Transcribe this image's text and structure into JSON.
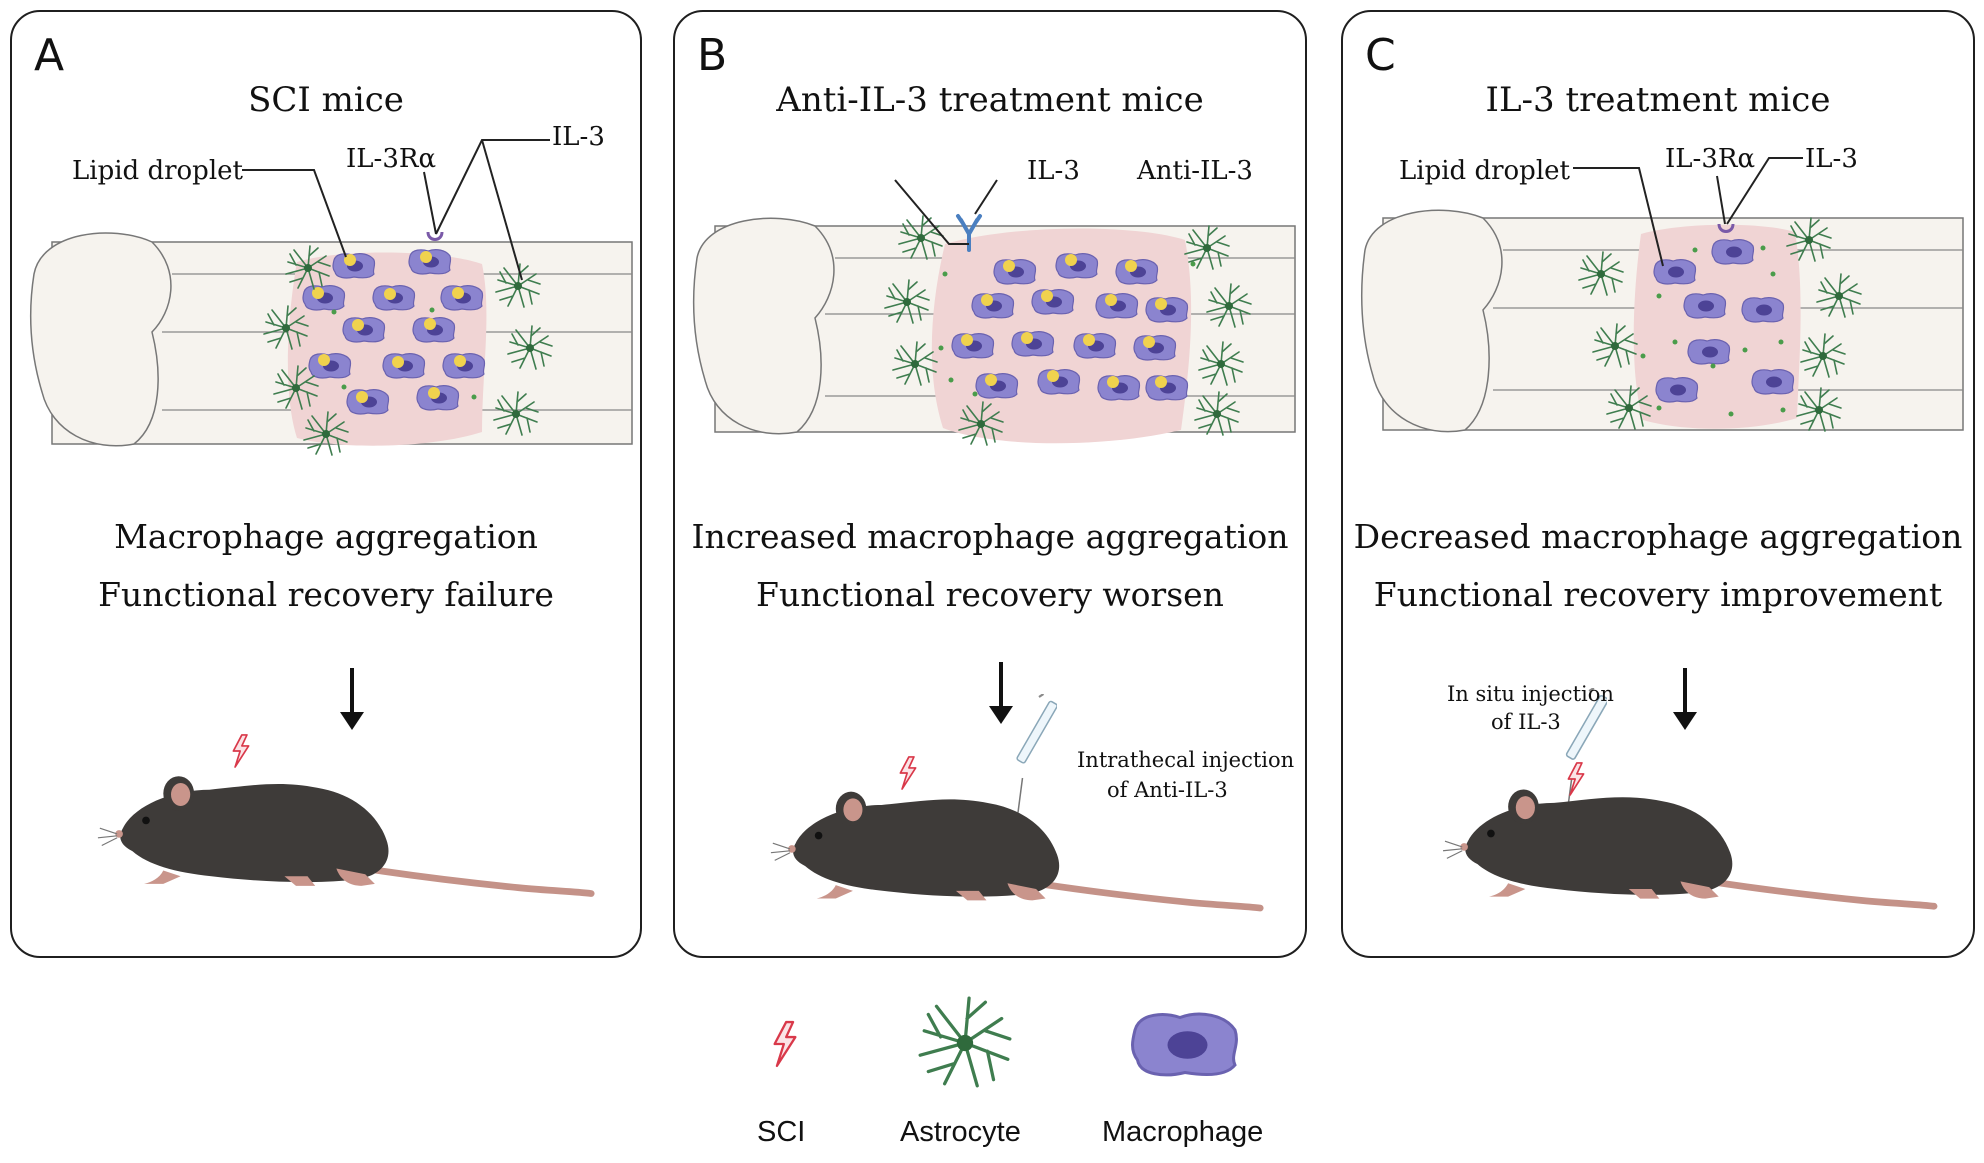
{
  "panels": {
    "a": {
      "letter": "A",
      "title": "SCI mice",
      "labels": {
        "lipid": "Lipid droplet",
        "receptor": "IL-3Rα",
        "cytokine": "IL-3"
      },
      "caption1": "Macrophage aggregation",
      "caption2": "Functional recovery failure"
    },
    "b": {
      "letter": "B",
      "title": "Anti-IL-3 treatment mice",
      "labels": {
        "cytokine": "IL-3",
        "antibody": "Anti-IL-3"
      },
      "caption1": "Increased macrophage aggregation",
      "caption2": "Functional recovery worsen",
      "injection1": "Intrathecal injection",
      "injection2": "of Anti-IL-3"
    },
    "c": {
      "letter": "C",
      "title": "IL-3 treatment mice",
      "labels": {
        "lipid": "Lipid droplet",
        "receptor": "IL-3Rα",
        "cytokine": "IL-3"
      },
      "caption1": "Decreased macrophage aggregation",
      "caption2": "Functional recovery improvement",
      "injection1": "In situ injection",
      "injection2": "of IL-3"
    }
  },
  "legend": {
    "sci": "SCI",
    "astrocyte": "Astrocyte",
    "macrophage": "Macrophage"
  },
  "colors": {
    "lesion": "#f0d4d4",
    "macrophage": "#8b84cf",
    "macrophage_nucleus": "#4d4396",
    "lipid": "#f0d24e",
    "astrocyte": "#3f7d4f",
    "cord": "#f6f3ee",
    "mouse": "#3e3b39",
    "tail": "#c49288",
    "bolt": "#d9394a"
  }
}
